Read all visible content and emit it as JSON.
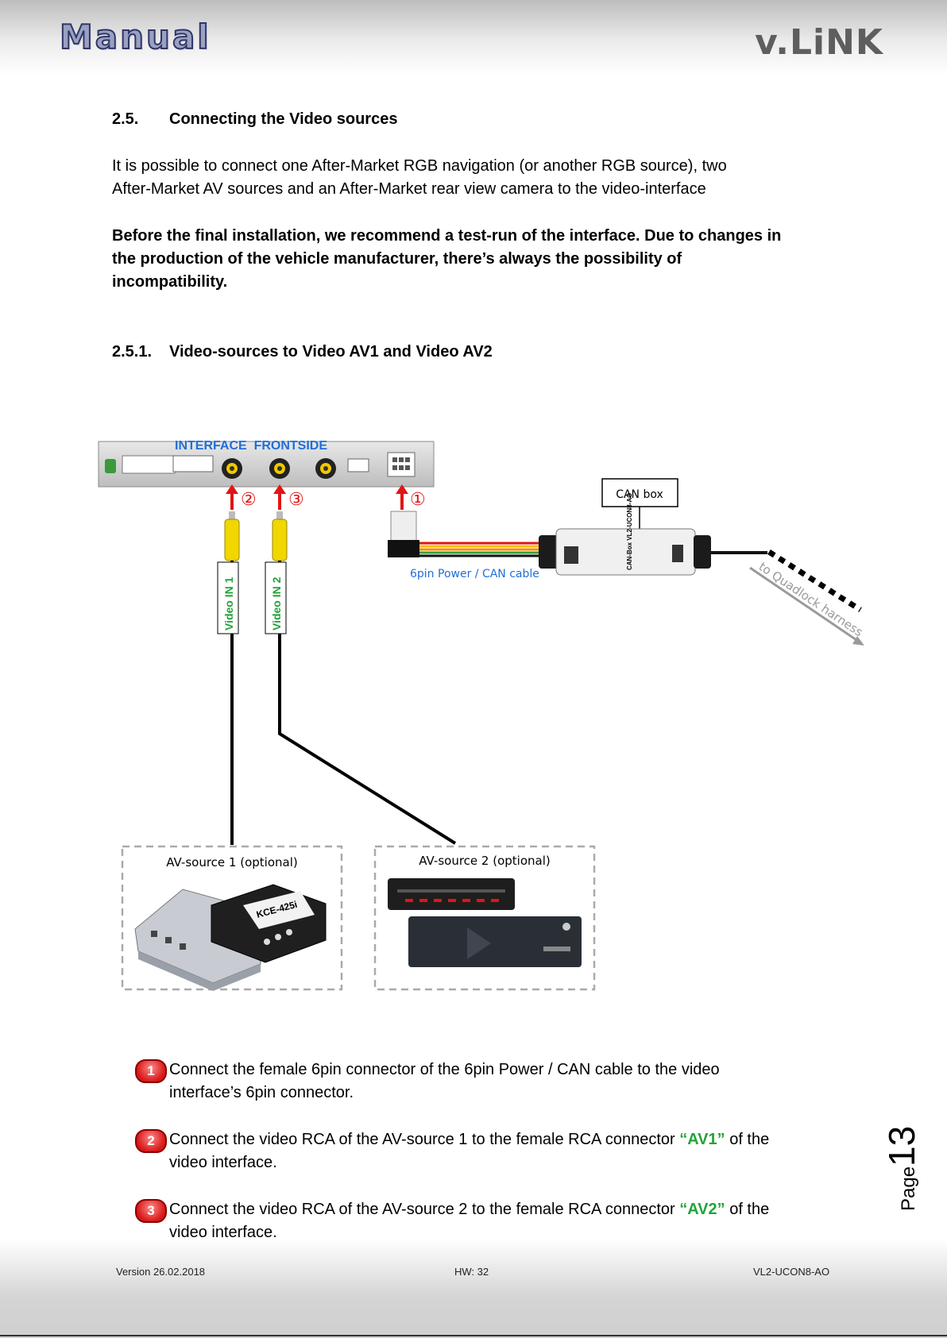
{
  "header": {
    "left_logo": "Manual",
    "right_logo": "v.LiNK"
  },
  "section": {
    "number": "2.5.",
    "title": "Connecting the Video sources"
  },
  "intro": {
    "line1": "It is possible to connect one After-Market RGB navigation (or another RGB source), two",
    "line2": "After-Market AV sources and an After-Market rear view camera to the video-interface"
  },
  "warning": {
    "line1": "Before the final installation, we recommend a test-run of the interface. Due to changes in",
    "line2": "the production of the vehicle manufacturer, there’s always the possibility of",
    "line3": "incompatibility."
  },
  "subsection": {
    "number": "2.5.1.",
    "title": "Video-sources to Video AV1 and Video AV2"
  },
  "diagram": {
    "interface_label": "INTERFACE  FRONTSIDE",
    "canbox_label": "CAN box",
    "canbox_device_text": "CAN-Box VL2-UCON8-AO",
    "cable_label": "6pin Power / CAN cable",
    "quadlock_label": "to Quadlock harness",
    "video_in_1": "Video IN 1",
    "video_in_2": "Video IN 2",
    "av_source_1": "AV-source 1 (optional)",
    "av_source_2": "AV-source 2 (optional)",
    "device1_label": "KCE-425i",
    "markers": [
      "①",
      "②",
      "③"
    ]
  },
  "steps": [
    {
      "num": "1",
      "line1": "Connect the female 6pin connector of the 6pin Power / CAN cable to the video",
      "line2": "interface’s 6pin connector."
    },
    {
      "num": "2",
      "pre": "Connect the video RCA of the AV-source 1 to the female RCA connector ",
      "highlight": "“AV1”",
      "post": " of the",
      "line2": "video interface."
    },
    {
      "num": "3",
      "pre": "Connect the video RCA of the AV-source 2 to the female RCA connector ",
      "highlight": "“AV2”",
      "post": " of the",
      "line2": "video interface."
    }
  ],
  "page_number": {
    "label": "Page",
    "number": "13"
  },
  "footer": {
    "version": "Version 26.02.2018",
    "hw": "HW: 32",
    "product": "VL2-UCON8-AO"
  },
  "colors": {
    "highlight_green": "#21a438",
    "arrow_red": "#e01515",
    "interface_blue": "#1f6fd8"
  }
}
